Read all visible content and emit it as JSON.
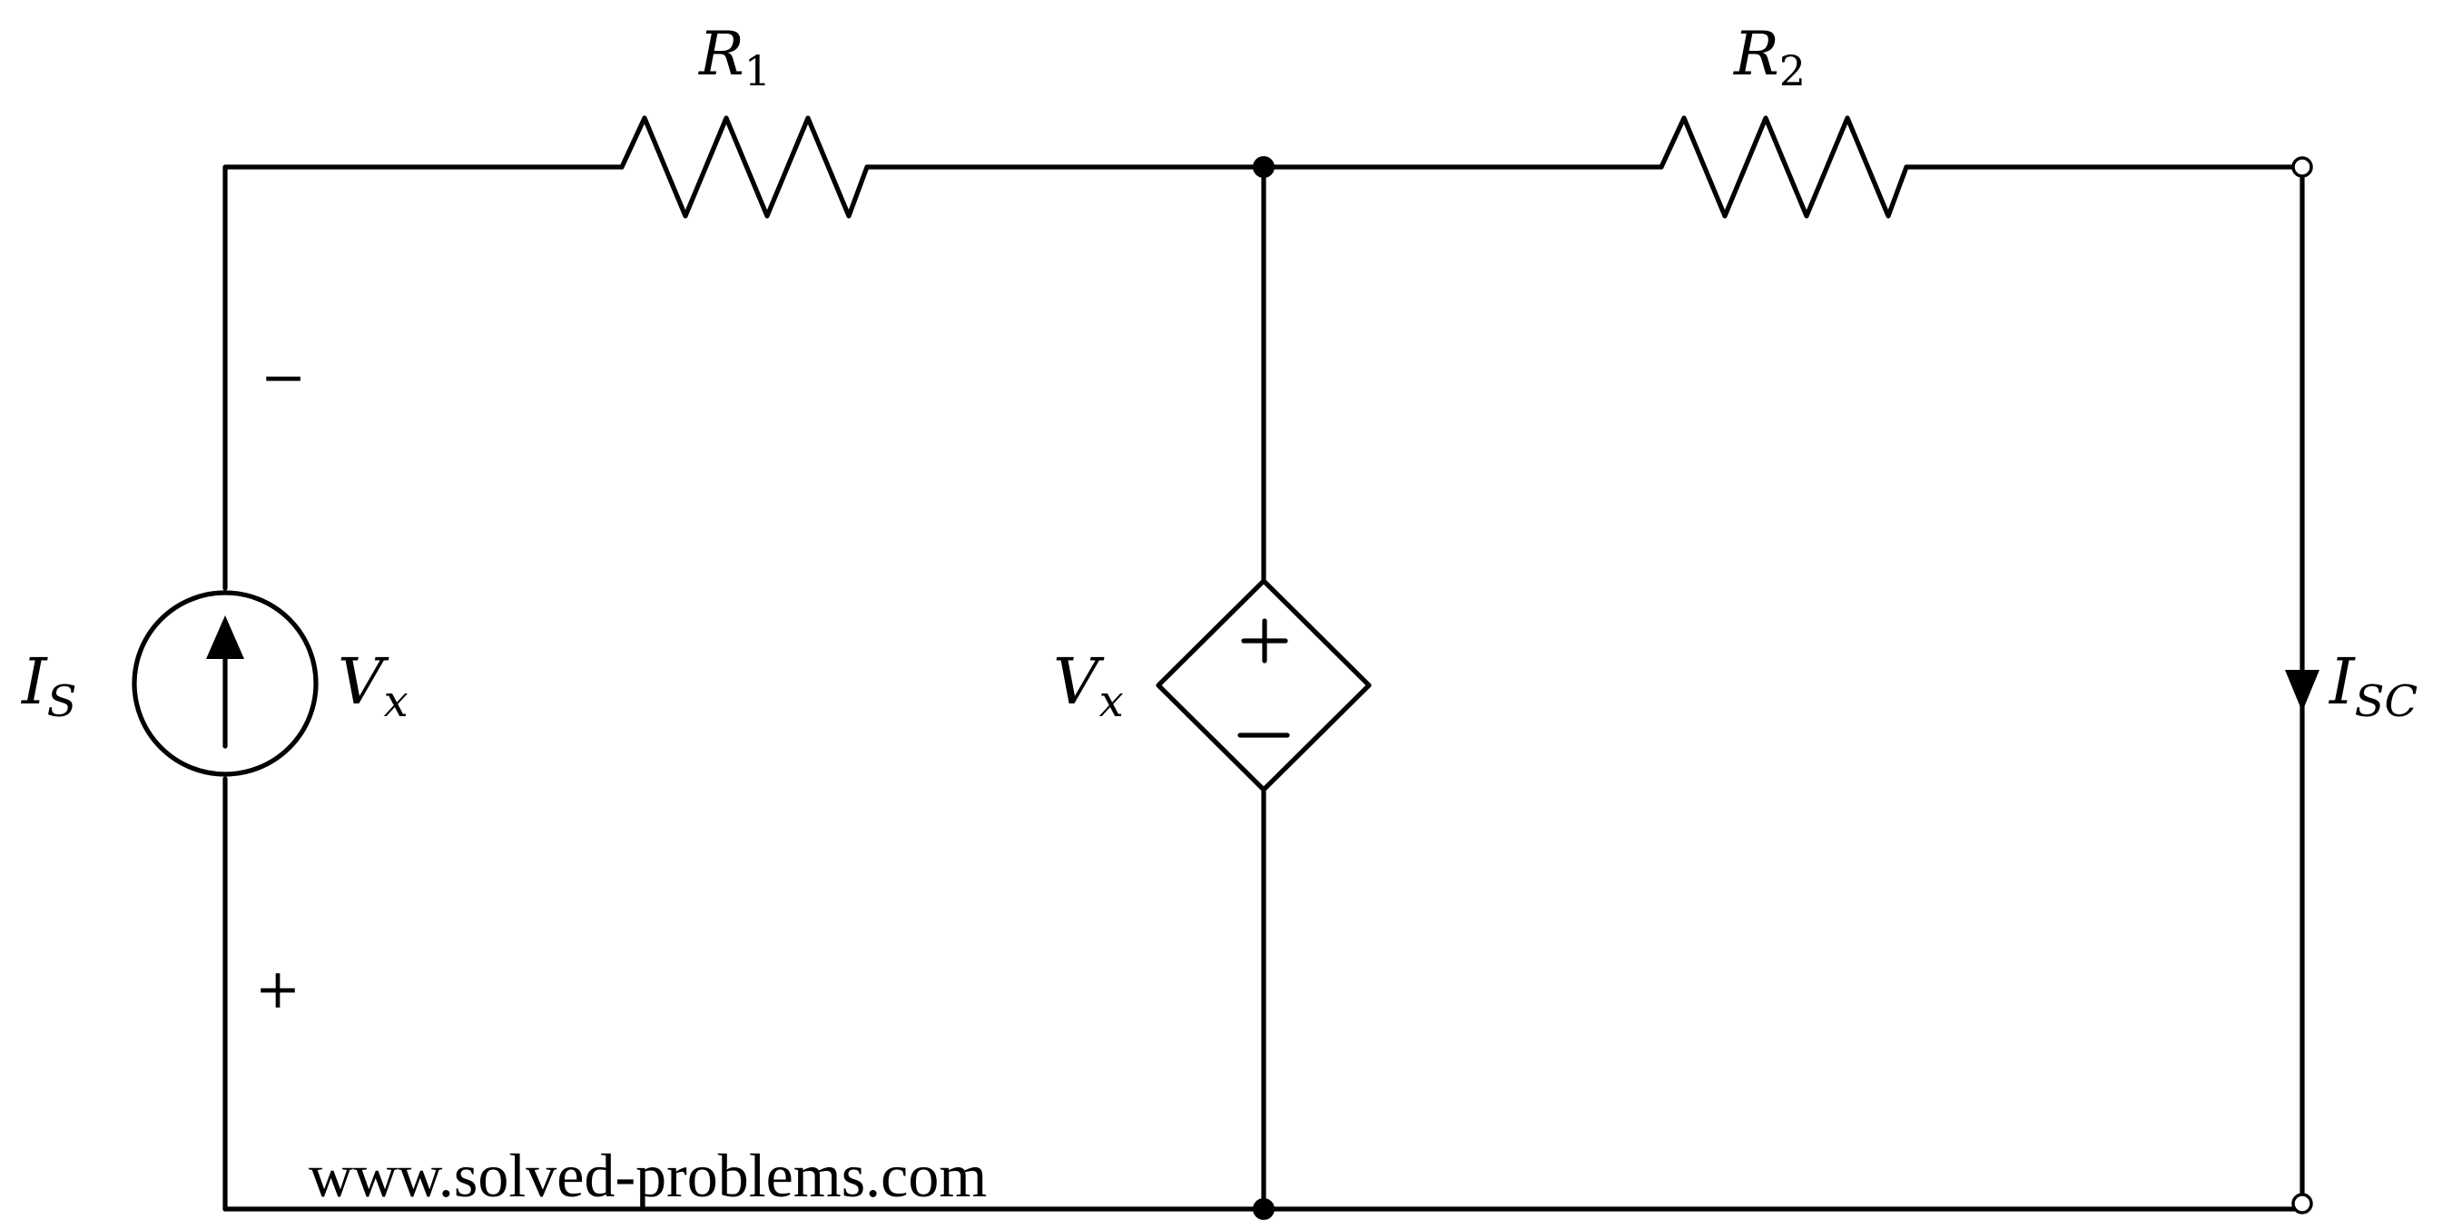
{
  "diagram": {
    "resistor_r1": {
      "name": "R",
      "sub": "1"
    },
    "resistor_r2": {
      "name": "R",
      "sub": "2"
    },
    "current_source": {
      "name": "I",
      "sub": "S"
    },
    "voltage_vx": {
      "name": "V",
      "sub": "x"
    },
    "dependent_source": {
      "name": "V",
      "sub": "x"
    },
    "short_circuit_current": {
      "name": "I",
      "sub": "SC"
    },
    "polarity_minus": "−",
    "polarity_plus": "+",
    "watermark": "www.solved-problems.com"
  }
}
